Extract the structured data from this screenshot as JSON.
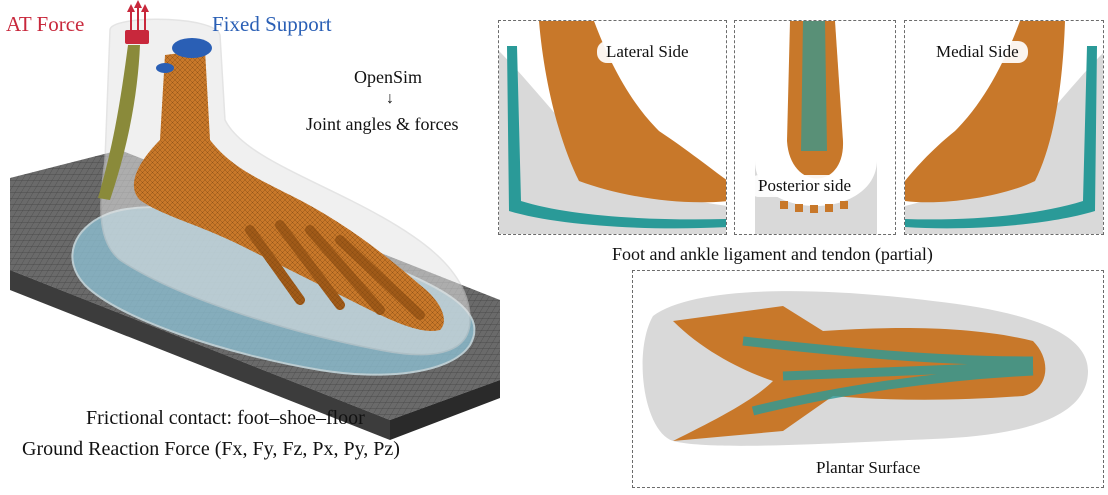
{
  "main": {
    "at_force_label": "AT Force",
    "fixed_support_label": "Fixed Support",
    "opensim_label": "OpenSim",
    "arrow_glyph": "↓",
    "joint_label": "Joint angles & forces",
    "contact_label": "Frictional contact: foot–shoe–floor",
    "grf_label": "Ground Reaction Force  (Fx, Fy, Fz, Px, Py, Pz)"
  },
  "panels": {
    "lateral": "Lateral Side",
    "posterior": "Posterior side",
    "medial": "Medial Side",
    "plantar": "Plantar Surface",
    "ligament_caption": "Foot and ankle ligament and tendon (partial)"
  },
  "colors": {
    "at_force": "#c8283c",
    "fixed_support": "#2a5fb5",
    "bone": "#c8782a",
    "tendon": "#2a9a98",
    "floor": "#5a5a5a",
    "shoe": "#8fc4d8",
    "skin": "#d8d8d8"
  }
}
